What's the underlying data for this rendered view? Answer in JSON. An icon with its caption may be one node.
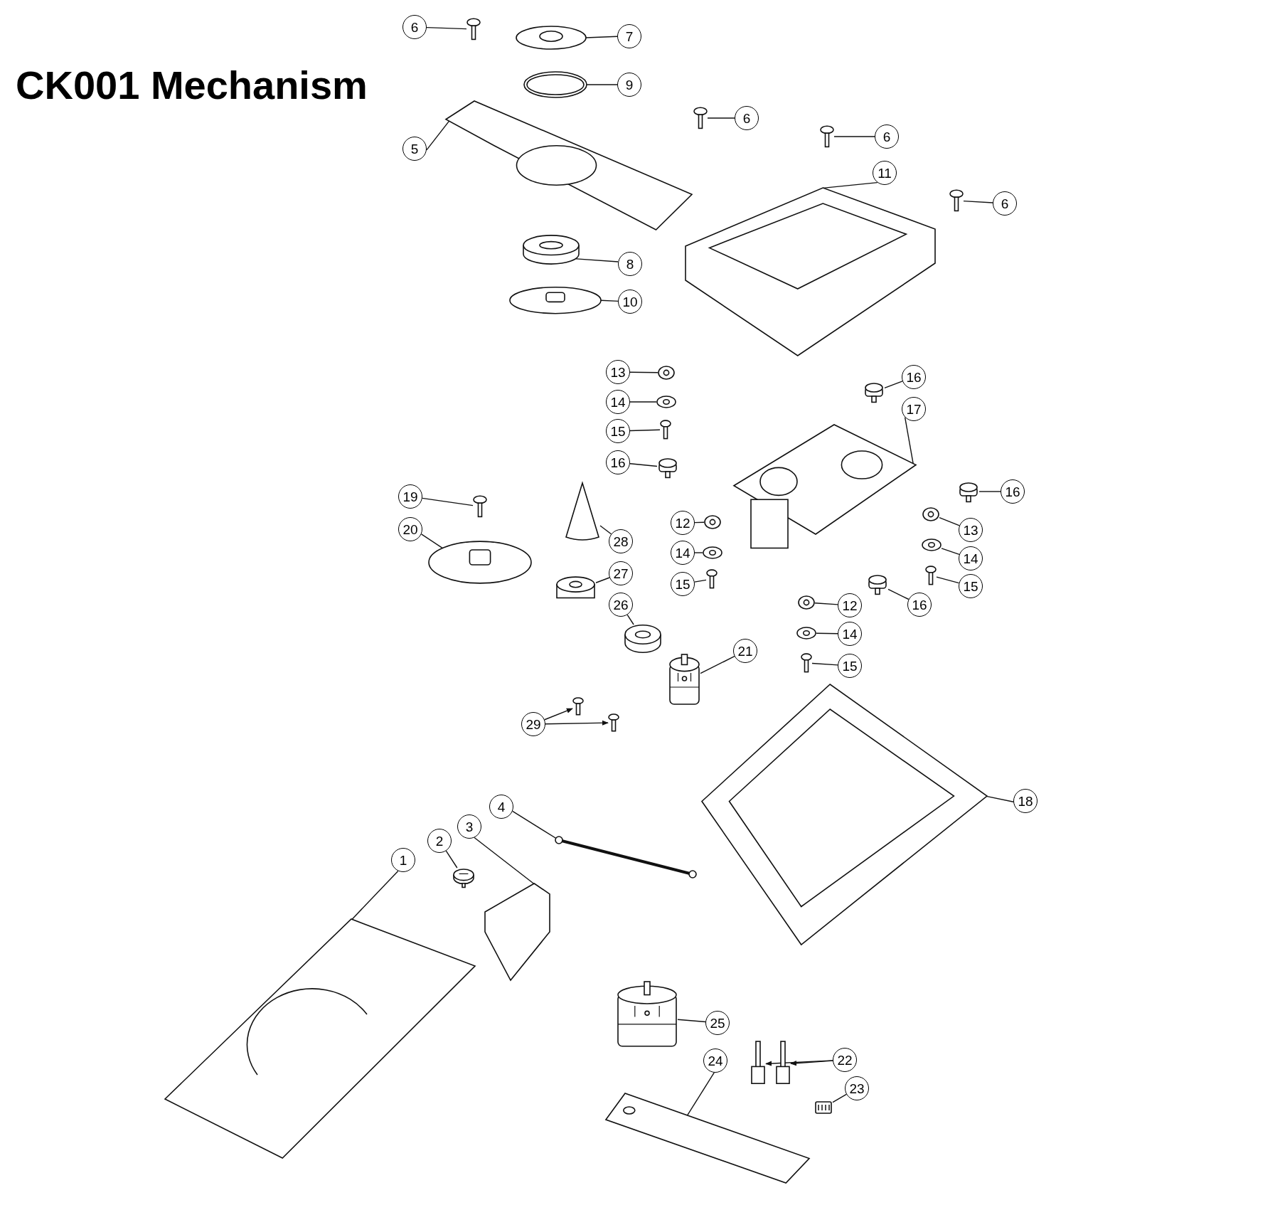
{
  "diagram": {
    "title": "CK001 Mechanism",
    "nodes": [
      {
        "text": [
          "6"
        ]
      },
      {
        "text": [],
        "shape": "picture"
      },
      {
        "text": [
          "7"
        ]
      },
      {
        "text": [],
        "shape": "picture"
      },
      {
        "text": [
          "9"
        ]
      },
      {
        "text": [],
        "shape": "picture"
      },
      {
        "text": [
          "6"
        ]
      },
      {
        "text": [],
        "shape": "picture"
      },
      {
        "text": [
          "5"
        ]
      },
      {
        "text": [],
        "shape": "picture"
      },
      {
        "text": [
          "6"
        ]
      },
      {
        "text": [],
        "shape": "picture"
      },
      {
        "text": [
          "11"
        ]
      },
      {
        "text": [],
        "shape": "picture"
      },
      {
        "text": [
          "6"
        ]
      },
      {
        "text": [],
        "shape": "picture"
      },
      {
        "text": [
          "8"
        ]
      },
      {
        "text": [],
        "shape": "picture"
      },
      {
        "text": [
          "10"
        ]
      },
      {
        "text": [],
        "shape": "picture"
      },
      {
        "text": [
          "13"
        ]
      },
      {
        "text": [],
        "shape": "picture"
      },
      {
        "text": [
          "14"
        ]
      },
      {
        "text": [],
        "shape": "picture"
      },
      {
        "text": [
          "15"
        ]
      },
      {
        "text": [],
        "shape": "picture"
      },
      {
        "text": [
          "16"
        ]
      },
      {
        "text": [],
        "shape": "picture"
      },
      {
        "text": [
          "17"
        ]
      },
      {
        "text": [],
        "shape": "picture"
      },
      {
        "text": [
          "16"
        ]
      },
      {
        "text": [],
        "shape": "picture"
      },
      {
        "text": [
          "16"
        ]
      },
      {
        "text": [],
        "shape": "picture"
      },
      {
        "text": [
          "19"
        ]
      },
      {
        "text": [],
        "shape": "picture"
      },
      {
        "text": [
          "12"
        ]
      },
      {
        "text": [],
        "shape": "picture"
      },
      {
        "text": [
          "13"
        ]
      },
      {
        "text": [],
        "shape": "picture"
      },
      {
        "text": [
          "20"
        ]
      },
      {
        "text": [],
        "shape": "picture"
      },
      {
        "text": [
          "28"
        ]
      },
      {
        "text": [],
        "shape": "picture"
      },
      {
        "text": [
          "14"
        ]
      },
      {
        "text": [],
        "shape": "picture"
      },
      {
        "text": [
          "14"
        ]
      },
      {
        "text": [],
        "shape": "picture"
      },
      {
        "text": [
          "27"
        ]
      },
      {
        "text": [],
        "shape": "picture"
      },
      {
        "text": [
          "15"
        ]
      },
      {
        "text": [],
        "shape": "picture"
      },
      {
        "text": [
          "15"
        ]
      },
      {
        "text": [],
        "shape": "picture"
      },
      {
        "text": [
          "16"
        ]
      },
      {
        "text": [],
        "shape": "picture"
      },
      {
        "text": [
          "12"
        ]
      },
      {
        "text": [],
        "shape": "picture"
      },
      {
        "text": [
          "26"
        ]
      },
      {
        "text": [],
        "shape": "picture"
      },
      {
        "text": [
          "14"
        ]
      },
      {
        "text": [],
        "shape": "picture"
      },
      {
        "text": [
          "21"
        ]
      },
      {
        "text": [],
        "shape": "picture"
      },
      {
        "text": [
          "15"
        ]
      },
      {
        "text": [],
        "shape": "picture"
      },
      {
        "text": [
          "29"
        ]
      },
      {
        "text": [],
        "shape": "picture"
      },
      {
        "text": [],
        "shape": "picture"
      },
      {
        "text": [
          "18"
        ]
      },
      {
        "text": [],
        "shape": "picture"
      },
      {
        "text": [
          "4"
        ]
      },
      {
        "text": [],
        "shape": "picture"
      },
      {
        "text": [
          "3"
        ]
      },
      {
        "text": [],
        "shape": "picture"
      },
      {
        "text": [
          "2"
        ]
      },
      {
        "text": [],
        "shape": "picture"
      },
      {
        "text": [
          "1"
        ]
      },
      {
        "text": [],
        "shape": "picture"
      },
      {
        "text": [
          "25"
        ]
      },
      {
        "text": [],
        "shape": "picture"
      },
      {
        "text": [
          "22"
        ]
      },
      {
        "text": [],
        "shape": "picture"
      },
      {
        "text": [],
        "shape": "picture"
      },
      {
        "text": [
          "24"
        ]
      },
      {
        "text": [],
        "shape": "picture"
      },
      {
        "text": [
          "23"
        ]
      },
      {
        "text": [],
        "shape": "picture"
      }
    ],
    "edges": [
      {
        "from": 0,
        "to": 1,
        "arrow": "none"
      },
      {
        "from": 2,
        "to": 3,
        "arrow": "none"
      },
      {
        "from": 4,
        "to": 5,
        "arrow": "none"
      },
      {
        "from": 6,
        "to": 7,
        "arrow": "none"
      },
      {
        "from": 8,
        "to": 9,
        "arrow": "none"
      },
      {
        "from": 10,
        "to": 11,
        "arrow": "none"
      },
      {
        "from": 12,
        "to": 13,
        "arrow": "none"
      },
      {
        "from": 14,
        "to": 15,
        "arrow": "none"
      },
      {
        "from": 16,
        "to": 17,
        "arrow": "none"
      },
      {
        "from": 18,
        "to": 19,
        "arrow": "none"
      },
      {
        "from": 20,
        "to": 21,
        "arrow": "none"
      },
      {
        "from": 22,
        "to": 23,
        "arrow": "none"
      },
      {
        "from": 24,
        "to": 25,
        "arrow": "none"
      },
      {
        "from": 26,
        "to": 27,
        "arrow": "none"
      },
      {
        "from": 28,
        "to": 29,
        "arrow": "none"
      },
      {
        "from": 30,
        "to": 31,
        "arrow": "none"
      },
      {
        "from": 32,
        "to": 33,
        "arrow": "none"
      },
      {
        "from": 34,
        "to": 35,
        "arrow": "none"
      },
      {
        "from": 36,
        "to": 37,
        "arrow": "none"
      },
      {
        "from": 38,
        "to": 39,
        "arrow": "none"
      },
      {
        "from": 40,
        "to": 41,
        "arrow": "none"
      },
      {
        "from": 42,
        "to": 43,
        "arrow": "none"
      },
      {
        "from": 44,
        "to": 45,
        "arrow": "none"
      },
      {
        "from": 46,
        "to": 47,
        "arrow": "none"
      },
      {
        "from": 48,
        "to": 49,
        "arrow": "none"
      },
      {
        "from": 50,
        "to": 51,
        "arrow": "none"
      },
      {
        "from": 52,
        "to": 53,
        "arrow": "none"
      },
      {
        "from": 54,
        "to": 55,
        "arrow": "none"
      },
      {
        "from": 56,
        "to": 57,
        "arrow": "none"
      },
      {
        "from": 58,
        "to": 59,
        "arrow": "none"
      },
      {
        "from": 60,
        "to": 61,
        "arrow": "none"
      },
      {
        "from": 62,
        "to": 63,
        "arrow": "none"
      },
      {
        "from": 64,
        "to": 65,
        "arrow": "none"
      },
      {
        "from": 66,
        "to": 67,
        "arrow": "to"
      },
      {
        "from": 66,
        "to": 68,
        "arrow": "to"
      },
      {
        "from": 69,
        "to": 70,
        "arrow": "none"
      },
      {
        "from": 71,
        "to": 72,
        "arrow": "none"
      },
      {
        "from": 73,
        "to": 74,
        "arrow": "none"
      },
      {
        "from": 75,
        "to": 76,
        "arrow": "none"
      },
      {
        "from": 77,
        "to": 78,
        "arrow": "none"
      },
      {
        "from": 79,
        "to": 80,
        "arrow": "none"
      },
      {
        "from": 81,
        "to": 82,
        "arrow": "to"
      },
      {
        "from": 81,
        "to": 83,
        "arrow": "to"
      },
      {
        "from": 84,
        "to": 85,
        "arrow": "none"
      },
      {
        "from": 86,
        "to": 87,
        "arrow": "none"
      }
    ]
  }
}
